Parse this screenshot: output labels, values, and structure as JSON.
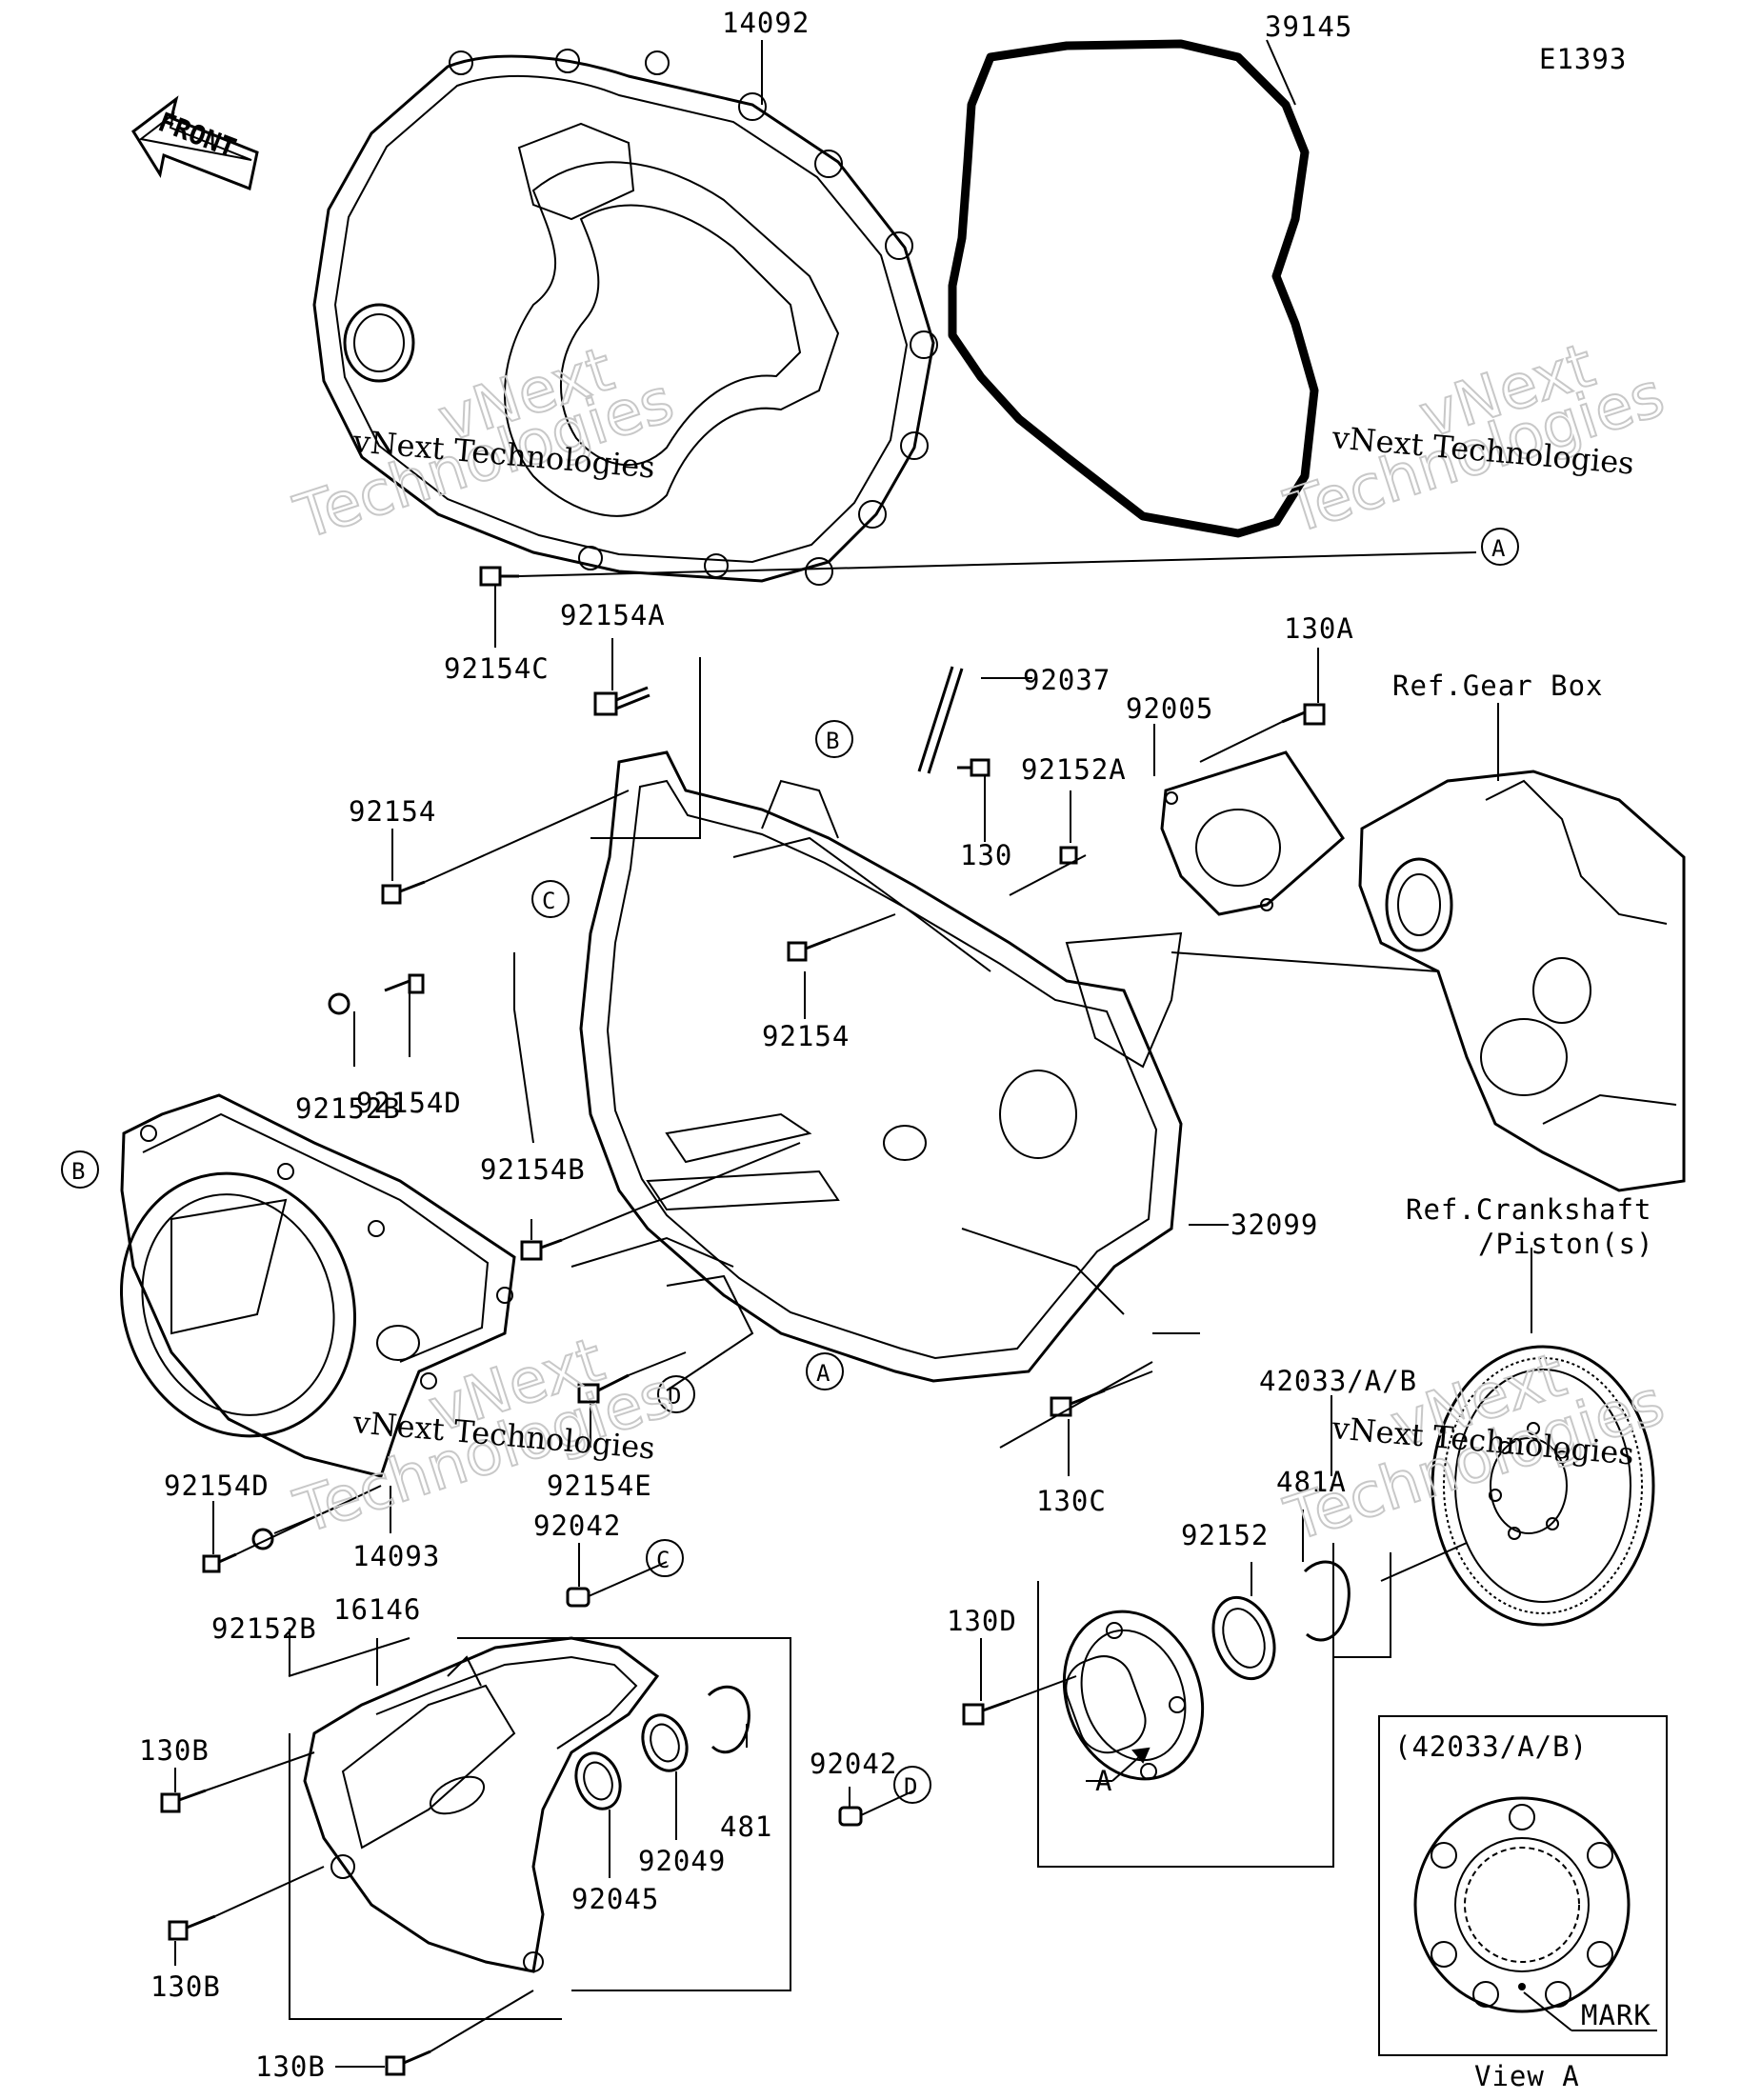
{
  "diagram": {
    "code": "E1393",
    "front_arrow": "FRONT",
    "watermarks": [
      {
        "line1": "vNext Technologies",
        "line2": "vNext",
        "line3": "Technologies"
      },
      {
        "line1": "vNext Technologies",
        "line2": "vNext",
        "line3": "Technologies"
      },
      {
        "line1": "vNext Technologies",
        "line2": "vNext",
        "line3": "Technologies"
      },
      {
        "line1": "vNext Technologies",
        "line2": "vNext",
        "line3": "Technologies"
      }
    ],
    "callouts": {
      "A1": "A",
      "A2": "A",
      "A3": "A",
      "B1": "B",
      "B2": "B",
      "C1": "C",
      "C2": "C",
      "D1": "D",
      "D2": "D"
    },
    "references": {
      "gearbox": "Ref.Gear Box",
      "crankshaft_line1": "Ref.Crankshaft",
      "crankshaft_line2": "/Piston(s)"
    },
    "inset": {
      "title": "(42033/A/B)",
      "mark": "MARK",
      "view": "View A"
    },
    "parts": {
      "p14092": "14092",
      "p39145": "39145",
      "p92154C": "92154C",
      "p92154A": "92154A",
      "p92037": "92037",
      "p92005": "92005",
      "p130A": "130A",
      "p92152A": "92152A",
      "p130": "130",
      "p92154_1": "92154",
      "p92154_2": "92154",
      "p92154D_1": "92154D",
      "p92152B_1": "92152B",
      "p92154B": "92154B",
      "p32099": "32099",
      "p42033AB": "42033/A/B",
      "p481A": "481A",
      "p92152": "92152",
      "p130C": "130C",
      "p92154E": "92154E",
      "p92154D_2": "92154D",
      "p14093": "14093",
      "p92152B_2": "92152B",
      "p92042_1": "92042",
      "p16146": "16146",
      "p130B_1": "130B",
      "p130B_2": "130B",
      "p130B_3": "130B",
      "p92042_2": "92042",
      "p481": "481",
      "p92049": "92049",
      "p92045": "92045",
      "p130D": "130D",
      "pA_arrow": "A"
    }
  }
}
